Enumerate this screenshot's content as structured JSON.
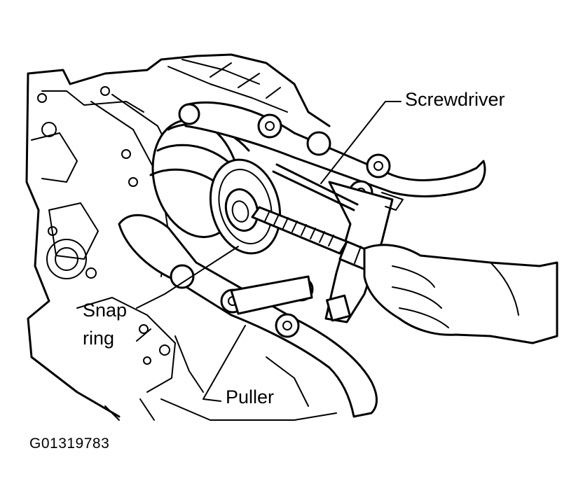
{
  "labels": {
    "screwdriver": "Screwdriver",
    "snap": "Snap",
    "ring": "ring",
    "puller": "Puller"
  },
  "figure_id": "G01319783"
}
